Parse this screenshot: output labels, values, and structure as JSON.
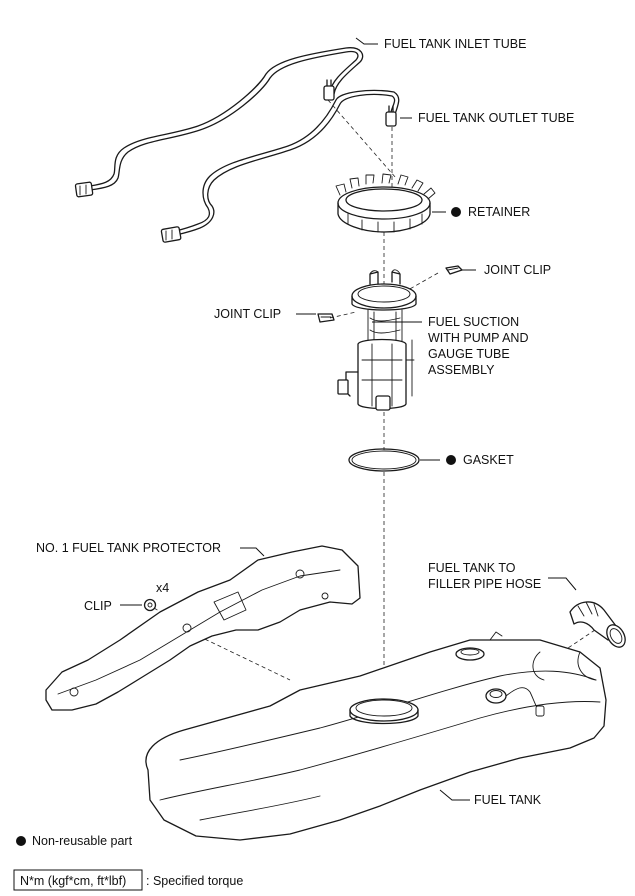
{
  "labels": {
    "inlet_tube": "FUEL TANK INLET TUBE",
    "outlet_tube": "FUEL TANK OUTLET TUBE",
    "retainer": "RETAINER",
    "joint_clip_right": "JOINT CLIP",
    "joint_clip_left": "JOINT CLIP",
    "suction_1": "FUEL SUCTION",
    "suction_2": "WITH PUMP AND",
    "suction_3": "GAUGE TUBE",
    "suction_4": "ASSEMBLY",
    "gasket": "GASKET",
    "protector": "NO. 1 FUEL TANK PROTECTOR",
    "clip": "CLIP",
    "clip_qty": "x4",
    "filler_hose_1": "FUEL TANK TO",
    "filler_hose_2": "FILLER PIPE HOSE",
    "fuel_tank": "FUEL TANK"
  },
  "legend": {
    "non_reusable": "Non-reusable part",
    "torque_box": "N*m (kgf*cm, ft*lbf)",
    "torque_text": ": Specified torque"
  },
  "colors": {
    "line": "#1a1a1a",
    "background": "#ffffff"
  }
}
